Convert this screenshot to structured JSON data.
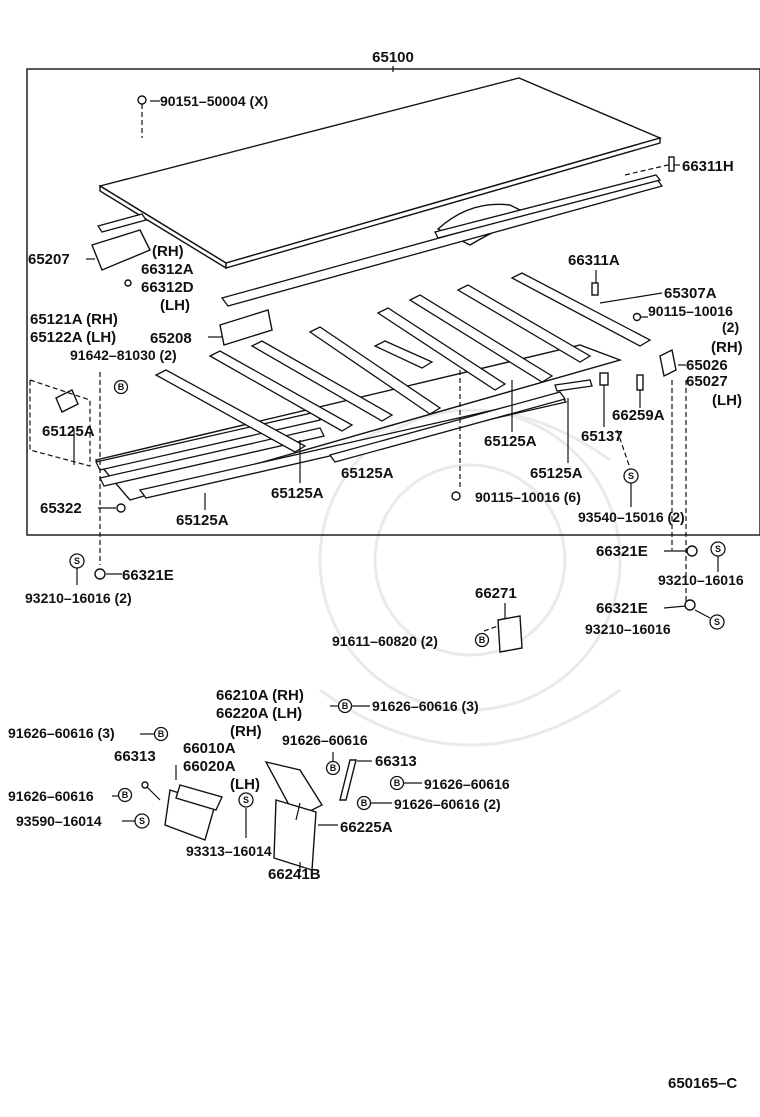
{
  "diagram": {
    "assembly_number": "65100",
    "figure_code": "650165–C",
    "labels": {
      "l_90151": "90151–50004 (X)",
      "l_66311h": "66311H",
      "l_65207": "65207",
      "l_rh1": "(RH)",
      "l_66312a": "66312A",
      "l_66312d": "66312D",
      "l_lh1": "(LH)",
      "l_66311a": "66311A",
      "l_65307a": "65307A",
      "l_90115a": "90115–10016",
      "l_90115a_q": "(2)",
      "l_65121a": "65121A (RH)",
      "l_65122a": "65122A (LH)",
      "l_91642": "91642–81030 (2)",
      "l_65208": "65208",
      "l_rh2": "(RH)",
      "l_65026": "65026",
      "l_65027": "65027",
      "l_lh2": "(LH)",
      "l_66259a": "66259A",
      "l_65125a_1": "65125A",
      "l_65125a_2": "65125A",
      "l_65137": "65137",
      "l_65125a_3": "65125A",
      "l_65125a_4": "65125A",
      "l_65125a_5": "65125A",
      "l_65125a_6": "65125A",
      "l_65322": "65322",
      "l_90115b": "90115–10016 (6)",
      "l_93540": "93540–15016 (2)",
      "l_66321e_r1": "66321E",
      "l_93210_r1": "93210–16016",
      "l_66321e_l": "66321E",
      "l_93210_l": "93210–16016 (2)",
      "l_66271": "66271",
      "l_66321e_r2": "66321E",
      "l_93210_r2": "93210–16016",
      "l_91611": "91611–60820 (2)",
      "l_66210a": "66210A (RH)",
      "l_66220a": "66220A (LH)",
      "l_91626_top": "91626–60616 (3)",
      "l_91626_left3": "91626–60616 (3)",
      "l_rh3": "(RH)",
      "l_91626_mid": "91626–60616",
      "l_66313_l": "66313",
      "l_66010a": "66010A",
      "l_66313_r": "66313",
      "l_66020a": "66020A",
      "l_91626_r1": "91626–60616",
      "l_lh3": "(LH)",
      "l_91626_left": "91626–60616",
      "l_91626_r2": "91626–60616 (2)",
      "l_93590": "93590–16014",
      "l_66225a": "66225A",
      "l_93313": "93313–16014",
      "l_66241b": "66241B"
    },
    "symbols": {
      "b": "B",
      "s": "S"
    }
  }
}
